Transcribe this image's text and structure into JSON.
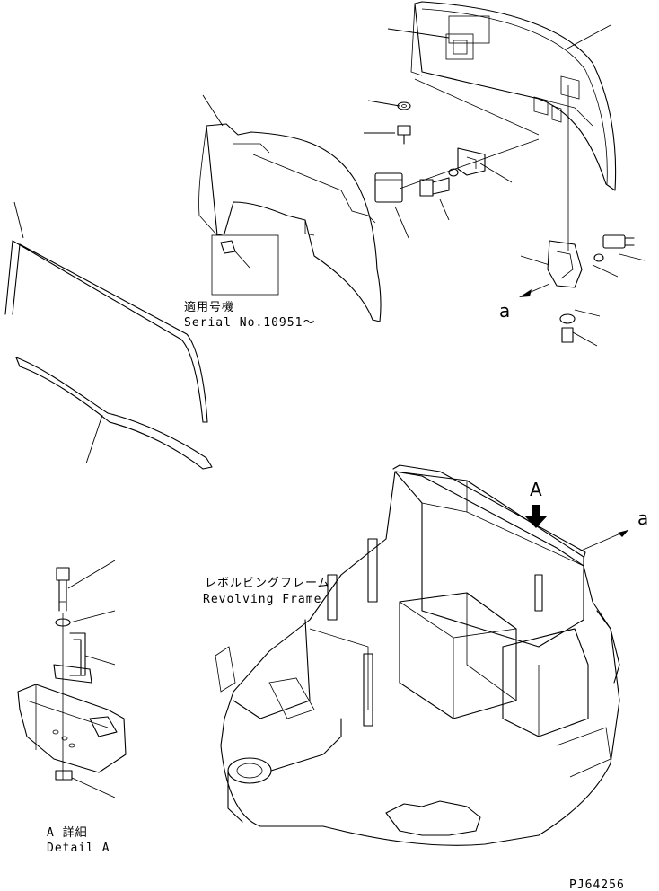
{
  "labels": {
    "serial_jp": "適用号機",
    "serial_en": "Serial No.10951～",
    "frame_jp": "レボルビングフレーム",
    "frame_en": "Revolving Frame",
    "detail_jp": "A 詳細",
    "detail_en": "Detail A",
    "view_letter": "A",
    "ref_a_upper": "a",
    "ref_a_right": "a",
    "drawing_no": "PJ64256"
  }
}
